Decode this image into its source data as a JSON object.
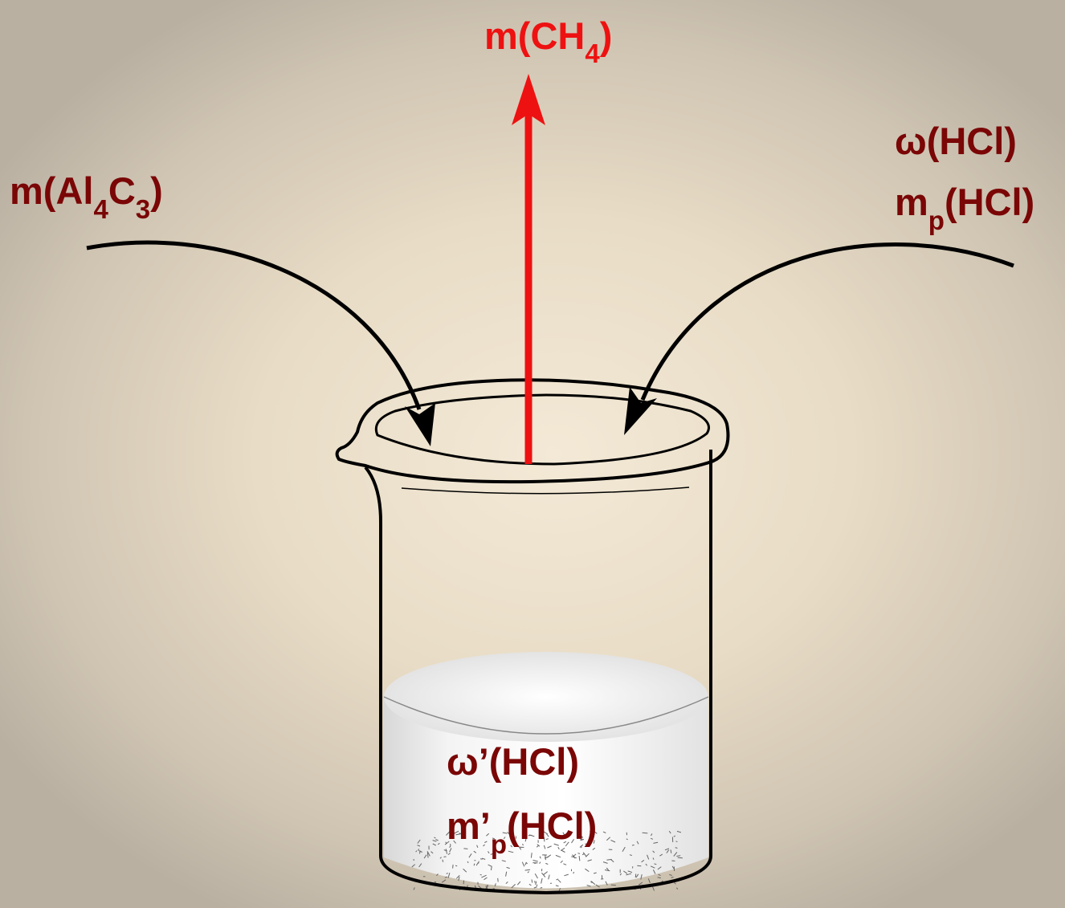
{
  "colors": {
    "label": "#7a0606",
    "product_arrow": "#ee1111",
    "reactant_arrows": "#000000",
    "solution": "#ffffff"
  },
  "labels": {
    "top": {
      "main": "m(CH",
      "sub": "4",
      "tail": ")"
    },
    "left": {
      "main": "m(Al",
      "sub1": "4",
      "mid": "C",
      "sub2": "3",
      "tail": ")"
    },
    "right_line1": "ω(HCl)",
    "right_line2": {
      "main": "m",
      "sub": "p",
      "tail": "(HCl)"
    },
    "inside_line1": "ω’(HCl)",
    "inside_line2": {
      "main": "m’",
      "sub": "p",
      "tail": "(HCl)"
    }
  }
}
